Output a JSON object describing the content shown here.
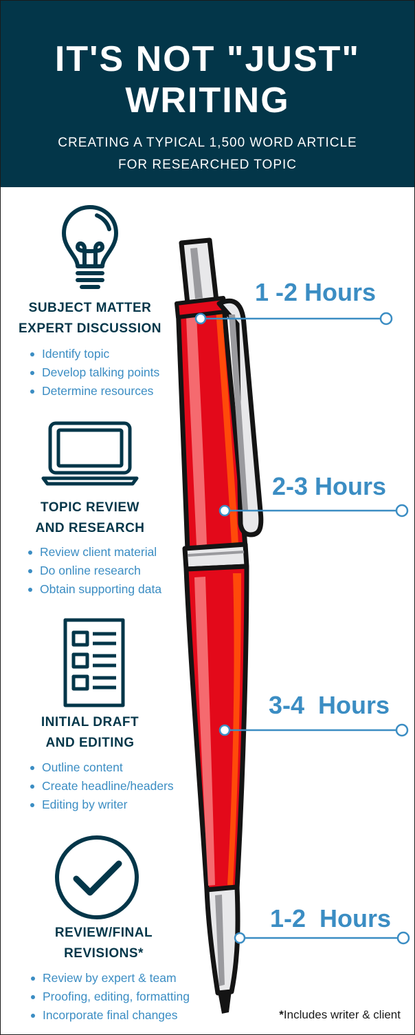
{
  "header": {
    "title_line1": "IT'S NOT \"JUST\"",
    "title_line2": "WRITING",
    "subtitle_line1": "CREATING A TYPICAL 1,500 WORD ARTICLE",
    "subtitle_line2": "FOR RESEARCHED TOPIC"
  },
  "colors": {
    "header_bg": "#033649",
    "accent": "#3b8dc3",
    "dark": "#033649",
    "pen_body": "#e3091a"
  },
  "steps": [
    {
      "icon": "lightbulb-icon",
      "title_line1": "SUBJECT MATTER",
      "title_line2": "EXPERT DISCUSSION",
      "bullets": [
        "Identify topic",
        "Develop talking points",
        "Determine resources"
      ],
      "hours": "1 -2 Hours"
    },
    {
      "icon": "laptop-icon",
      "title_line1": "TOPIC REVIEW",
      "title_line2": "AND RESEARCH",
      "bullets": [
        "Review client material",
        "Do online research",
        "Obtain supporting data"
      ],
      "hours": "2-3 Hours"
    },
    {
      "icon": "document-list-icon",
      "title_line1": "INITIAL DRAFT",
      "title_line2": "AND EDITING",
      "bullets": [
        "Outline content",
        "Create headline/headers",
        "Editing by writer"
      ],
      "hours": "3-4  Hours"
    },
    {
      "icon": "checkmark-circle-icon",
      "title_line1": "REVIEW/FINAL",
      "title_line2": "REVISIONS*",
      "bullets": [
        "Review by expert & team",
        "Proofing, editing, formatting",
        "Incorporate final changes"
      ],
      "hours": "1-2  Hours"
    }
  ],
  "footnote": {
    "asterisk": "*",
    "text": "Includes writer & client"
  },
  "illustration": "red-pen-icon"
}
